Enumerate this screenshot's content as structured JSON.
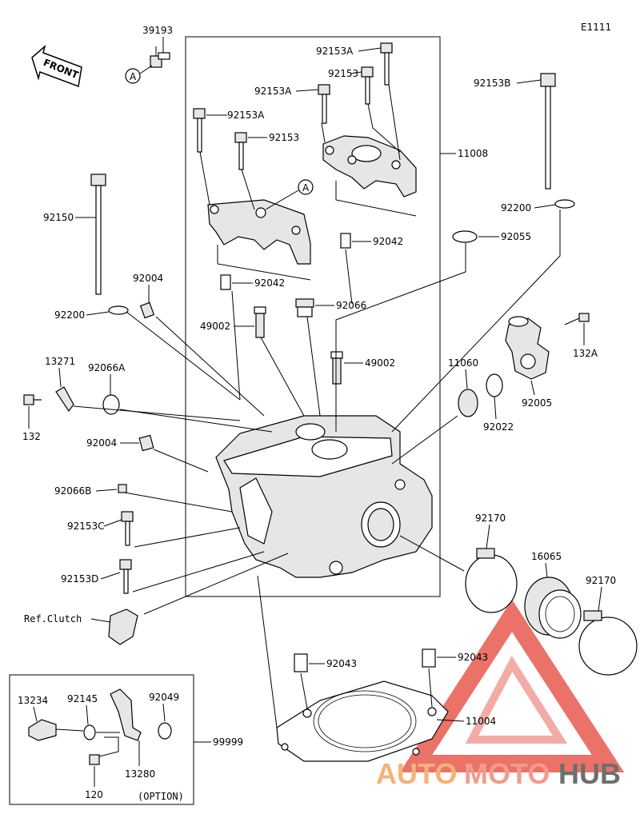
{
  "diagram_code": "E1111",
  "front_label": "FRONT",
  "ref_marker": "A",
  "watermark": {
    "part1": "AUTO",
    "part2": "MOTO",
    "part3": "HUB",
    "colors": {
      "auto": "#f4a460",
      "moto": "#f08a7a",
      "hub": "#555555",
      "triangle": "#e85a50"
    }
  },
  "labels": {
    "p39193": "39193",
    "p92153A_1": "92153A",
    "p92153_1": "92153",
    "p92153A_2": "92153A",
    "p92153A_3": "92153A",
    "p92153_2": "92153",
    "p92153B": "92153B",
    "p11008": "11008",
    "p92150": "92150",
    "p92200_1": "92200",
    "p92042_1": "92042",
    "p92055": "92055",
    "p92004_1": "92004",
    "p92042_2": "92042",
    "p92200_2": "92200",
    "p92066": "92066",
    "p49002_1": "49002",
    "p132A": "132A",
    "p13271": "13271",
    "p92066A": "92066A",
    "p49002_2": "49002",
    "p11060": "11060",
    "p92005": "92005",
    "p132": "132",
    "p92022": "92022",
    "p92004_2": "92004",
    "p92066B": "92066B",
    "p92153C": "92153C",
    "p92170_1": "92170",
    "p16065": "16065",
    "p92153D": "92153D",
    "p92170_2": "92170",
    "ref_clutch": "Ref.Clutch",
    "p92043_1": "92043",
    "p92043_2": "92043",
    "p13234": "13234",
    "p92145": "92145",
    "p92049": "92049",
    "p11004": "11004",
    "p99999": "99999",
    "p13280": "13280",
    "p120": "120",
    "option": "(OPTION)"
  }
}
